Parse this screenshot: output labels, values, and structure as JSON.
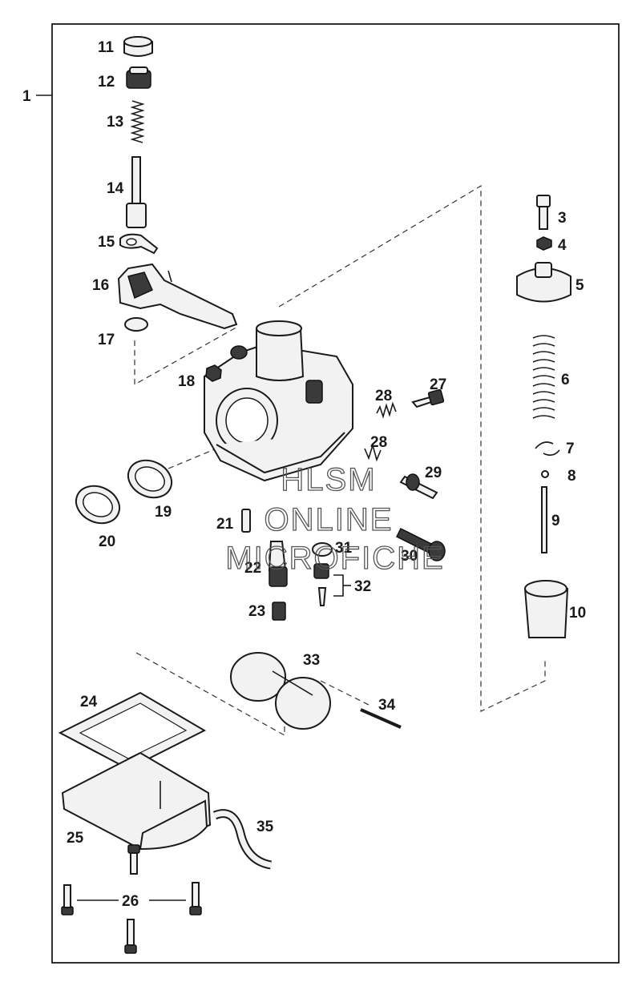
{
  "labels": {
    "l1": "1",
    "l3": "3",
    "l4": "4",
    "l5": "5",
    "l6": "6",
    "l7": "7",
    "l8": "8",
    "l9": "9",
    "l10": "10",
    "l11": "11",
    "l12": "12",
    "l13": "13",
    "l14": "14",
    "l15": "15",
    "l16": "16",
    "l17": "17",
    "l18": "18",
    "l19": "19",
    "l20": "20",
    "l21": "21",
    "l22": "22",
    "l23": "23",
    "l24": "24",
    "l25": "25",
    "l26": "26",
    "l27": "27",
    "l28a": "28",
    "l28b": "28",
    "l29": "29",
    "l30": "30",
    "l31": "31",
    "l32": "32",
    "l33": "33",
    "l34": "34",
    "l35": "35"
  },
  "watermark": {
    "line1": "HLSM",
    "line2": "ONLINE",
    "line3": "MICROFICHE"
  }
}
